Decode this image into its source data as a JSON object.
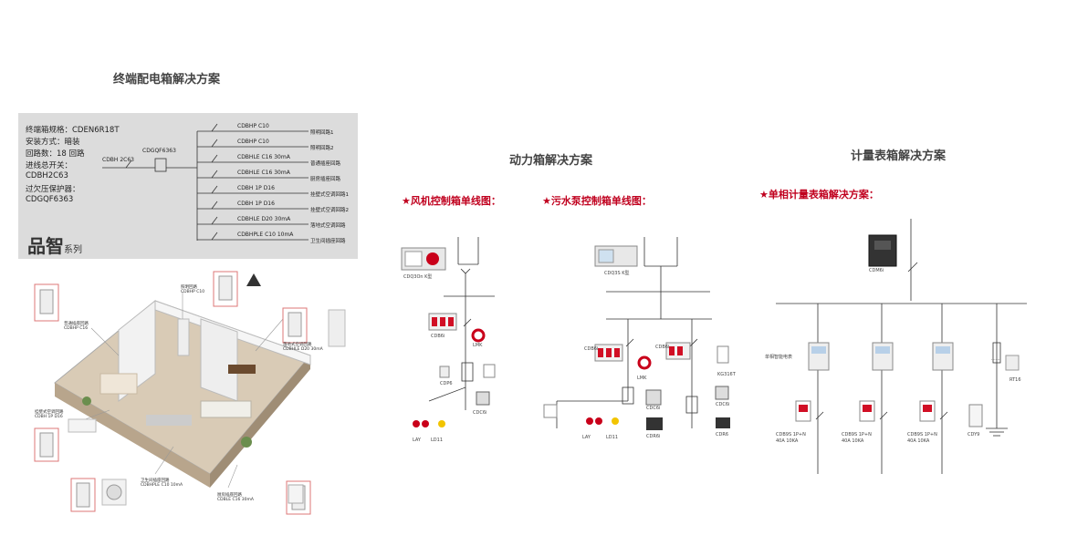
{
  "terminal": {
    "title": "终端配电箱解决方案",
    "specs": [
      "终端箱规格：CDEN6R18T",
      "安装方式：暗装",
      "回路数：18 回路",
      "进线总开关：",
      "CDBH2C63",
      "过欠压保护器：",
      "CDGQF6363"
    ],
    "incoming_breaker": "CDBH 2C63",
    "protector": "CDGQF6363",
    "circuits": [
      {
        "breaker": "CDBHP C10",
        "load": "照明回路1"
      },
      {
        "breaker": "CDBHP C10",
        "load": "照明回路2"
      },
      {
        "breaker": "CDBHLE C16 30mA",
        "load": "普通插座回路"
      },
      {
        "breaker": "CDBHLE C16 30mA",
        "load": "厨房插座回路"
      },
      {
        "breaker": "CDBH 1P D16",
        "load": "挂壁式空调回路1"
      },
      {
        "breaker": "CDBH 1P D16",
        "load": "挂壁式空调回路2"
      },
      {
        "breaker": "CDBHLE D20 30mA",
        "load": "落地式空调回路"
      },
      {
        "breaker": "CDBHPLE C10 10mA",
        "load": "卫生间插座回路"
      }
    ],
    "logo_text": "品智",
    "logo_suffix": "系列",
    "callouts": [
      {
        "t1": "照明回路",
        "t2": "CDBHP C10"
      },
      {
        "t1": "普通插座回路",
        "t2": "CDBHP C16"
      },
      {
        "t1": "落地式空调回路",
        "t2": "CDBHLE D20 30mA"
      },
      {
        "t1": "挂壁式空调回路",
        "t2": "CDBH 1P D16"
      },
      {
        "t1": "卫生间插座回路",
        "t2": "CDBHPLE C10 10mA"
      },
      {
        "t1": "厨房插座回路",
        "t2": "CDBLE C16 30mA"
      }
    ]
  },
  "power": {
    "title": "动力箱解决方案",
    "fan_title": "★风机控制箱单线图：",
    "pump_title": "★污水泵控制箱单线图：",
    "fan_labels": {
      "ats": "CDQ3On  K型",
      "mcb": "CDB6i",
      "ct": "LMK",
      "meter": "CDP6",
      "contactor": "CDC6i",
      "lamp1": "LAY",
      "lamp2": "LD11"
    },
    "pump_labels": {
      "ats": "CDQ3S  K型",
      "mcb1": "CDB6i",
      "mcb2": "CDB6i",
      "ct": "LMK",
      "contactor1": "CDC6i",
      "contactor2": "CDC6i",
      "relay": "CDR6i",
      "relay2": "CDR6",
      "timer": "KG316T",
      "lamp1": "LAY",
      "lamp2": "LD11"
    }
  },
  "meter": {
    "title": "计量表箱解决方案",
    "subtitle": "★单相计量表箱解决方案：",
    "main_breaker": "CDM6i",
    "meter_label": "单相智能电表",
    "branch_label_1": "CDB9S 1P+N",
    "branch_label_2": "40A 10KA",
    "spd": "CDY9",
    "fuse": "RT16",
    "ellipsis": "......"
  }
}
